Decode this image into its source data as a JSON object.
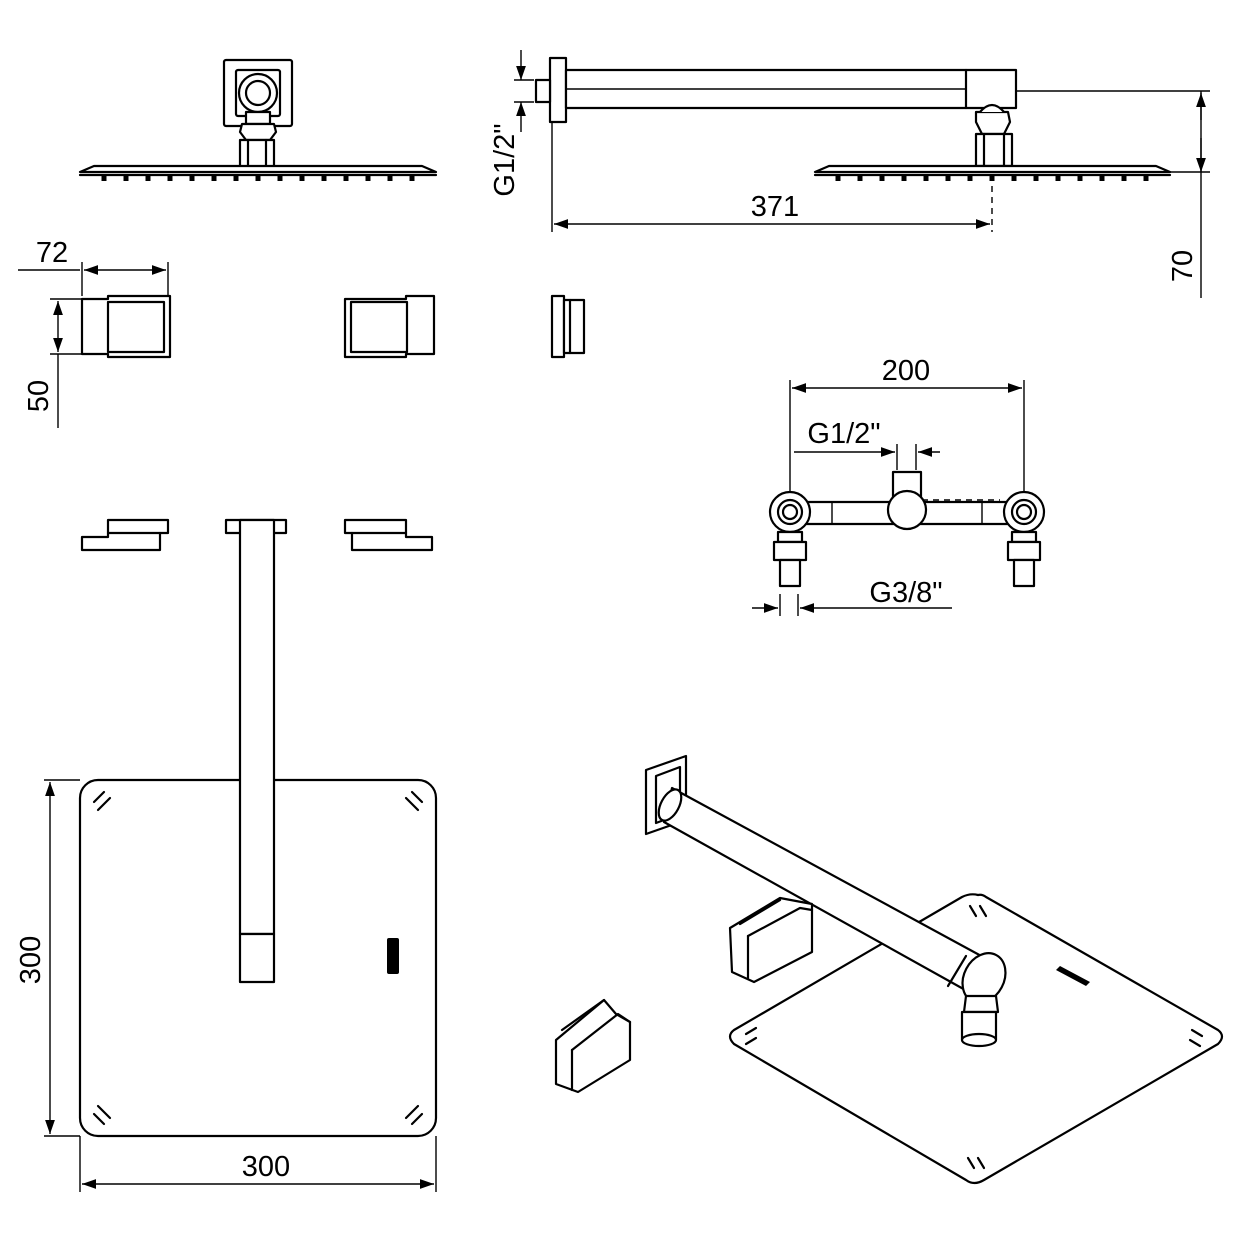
{
  "dimensions": {
    "arm_length": "371",
    "arm_thread": "G1/2\"",
    "arm_height": "70",
    "control_width": "72",
    "control_height": "50",
    "valve_spacing": "200",
    "valve_inlet": "G1/2\"",
    "valve_outlet": "G3/8\"",
    "head_height": "300",
    "head_width": "300"
  }
}
